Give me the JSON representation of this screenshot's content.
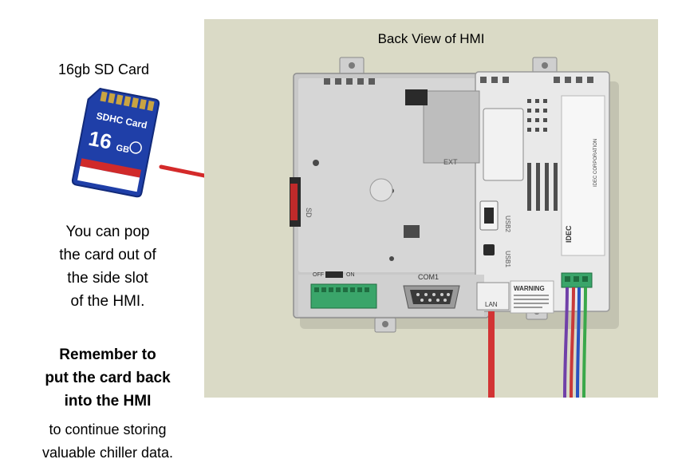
{
  "sd_card": {
    "caption": "16gb SD Card",
    "label_type": "SDHC Card",
    "capacity": "16",
    "capacity_unit": "GB",
    "color": "#1e3ea6"
  },
  "instructions": {
    "pop_lines": [
      "You can pop",
      "the card out of",
      "the side slot",
      "of the HMI."
    ],
    "remember_lines": [
      "Remember to",
      "put the card back",
      "into the HMI"
    ],
    "storing_lines": [
      "to continue storing",
      "valuable chiller data."
    ]
  },
  "photo": {
    "title": "Back View of HMI",
    "port_labels": {
      "ext": "EXT",
      "com1": "COM1",
      "usb1": "USB1",
      "usb2": "USB2",
      "lan": "LAN",
      "off": "OFF",
      "on": "ON",
      "sd": "SD",
      "warning": "WARNING",
      "brand": "IDEC",
      "corporation": "IDEC CORPORATION"
    },
    "arrow_color": "#d42a2a"
  }
}
